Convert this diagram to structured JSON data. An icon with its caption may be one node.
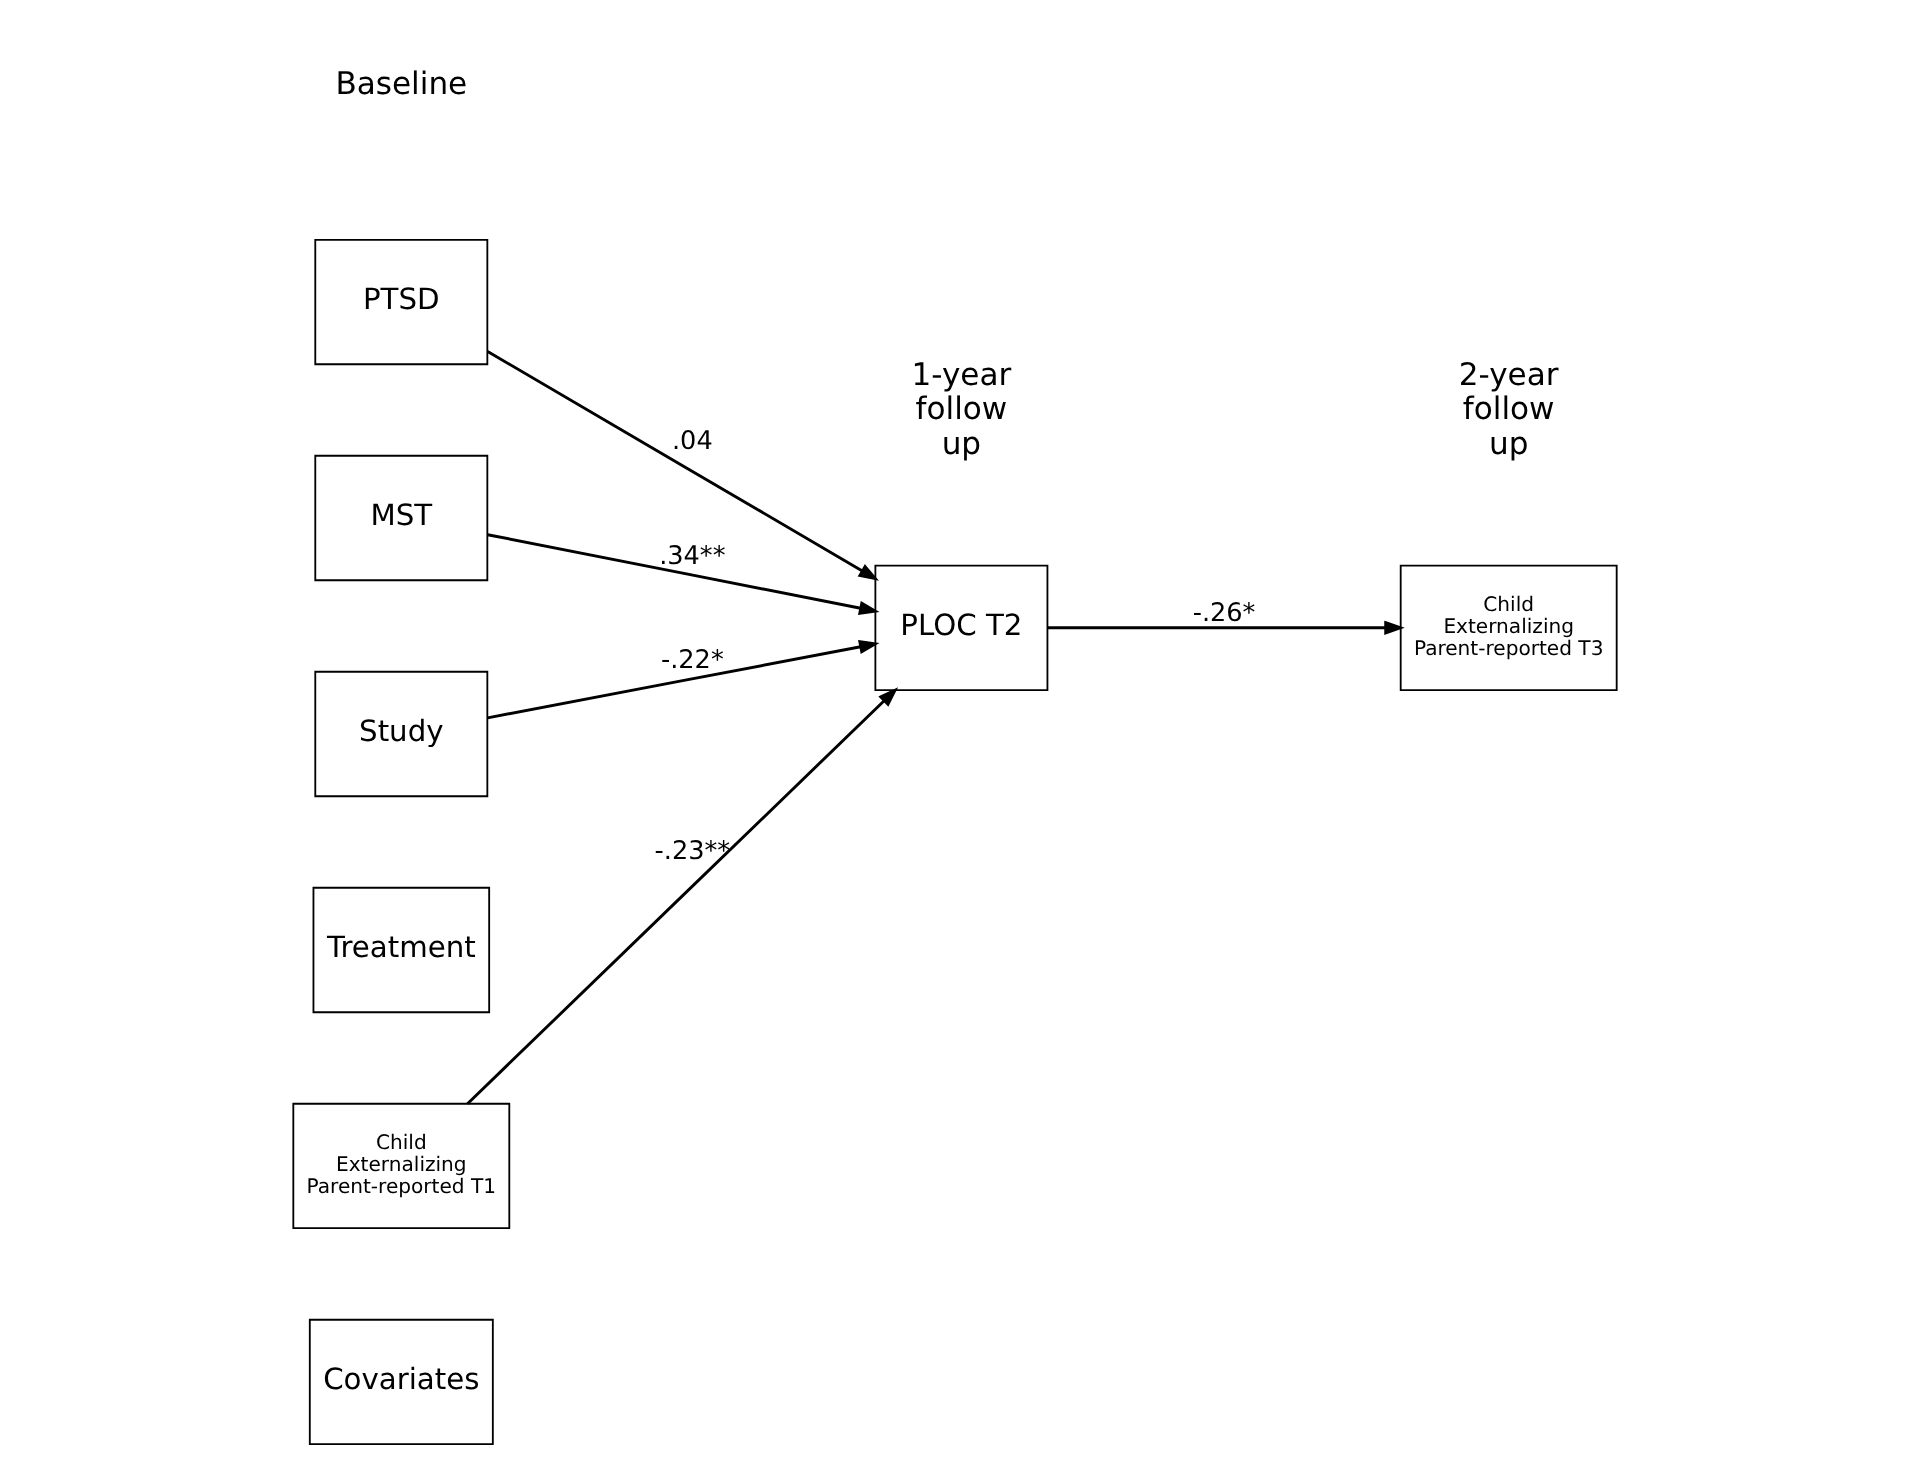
{
  "diagram": {
    "nodes": [
      {
        "text": [
          "PTSD"
        ]
      },
      {
        "text": [
          "MST"
        ]
      },
      {
        "text": [
          "Study"
        ]
      },
      {
        "text": [
          "Treatment"
        ]
      },
      {
        "text": [
          "Child Externalizing Parent-reported T1"
        ]
      },
      {
        "text": [
          "Covariates"
        ]
      },
      {
        "text": [
          "PLOC T2"
        ]
      },
      {
        "text": [
          "Child Externalizing Parent-reported T3"
        ]
      }
    ],
    "edges": [
      {
        "from": 0,
        "to": 6,
        "arrow": "to",
        "label": ".04"
      },
      {
        "from": 1,
        "to": 6,
        "arrow": "to",
        "label": ".34**"
      },
      {
        "from": 2,
        "to": 6,
        "arrow": "to",
        "label": "-.22*"
      },
      {
        "from": 4,
        "to": 6,
        "arrow": "to",
        "label": "-.23**"
      },
      {
        "from": 6,
        "to": 7,
        "arrow": "to",
        "label": "-.26*"
      }
    ],
    "labels": [
      "Baseline",
      "1-year follow up",
      "2-year follow up"
    ]
  }
}
